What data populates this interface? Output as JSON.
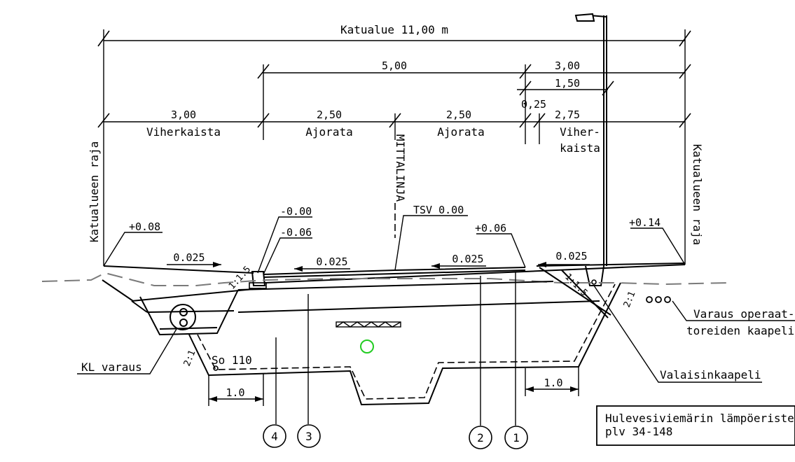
{
  "dimensions": {
    "total": "Katualue 11,00 m",
    "carriageway_total": "5,00",
    "right_total": "3,00",
    "right_sub": "1,50",
    "gap": "0,25",
    "left_green": "3,00",
    "lane_left": "2,50",
    "lane_right": "2,50",
    "right_green": "2,75",
    "bottom_left": "1.0",
    "bottom_right": "1.0"
  },
  "zones": {
    "left_green": "Viherkaista",
    "lane_left": "Ajorata",
    "lane_right": "Ajorata",
    "right_green_line1": "Viher-",
    "right_green_line2": "kaista"
  },
  "boundaries": {
    "left": "Katualueen raja",
    "right": "Katualueen raja",
    "centerline": "MITTALINJA"
  },
  "elevations": {
    "left": "+0.08",
    "curb_top": "-0.00",
    "curb_bottom": "-0.06",
    "tsv": "TSV 0.00",
    "mid_right": "+0.06",
    "right": "+0.14"
  },
  "slopes": {
    "s1": "0.025",
    "s2": "0.025",
    "s3": "0.025",
    "s4": "0.025",
    "side_left": "1:1.5",
    "side_right": "1:1.5",
    "bank_right": "2:1",
    "bank_left": "2:1"
  },
  "annotations": {
    "pipe": "So 110",
    "kl": "KL varaus",
    "operator_line1": "Varaus operaat-",
    "operator_line2": "toreiden kaapelille",
    "lamp_cable": "Valaisinkaapeli",
    "insulation_line1": "Hulevesiviemärin lämpöeriste",
    "insulation_line2": "plv 34-148"
  },
  "layers": [
    "4",
    "3",
    "2",
    "1"
  ]
}
